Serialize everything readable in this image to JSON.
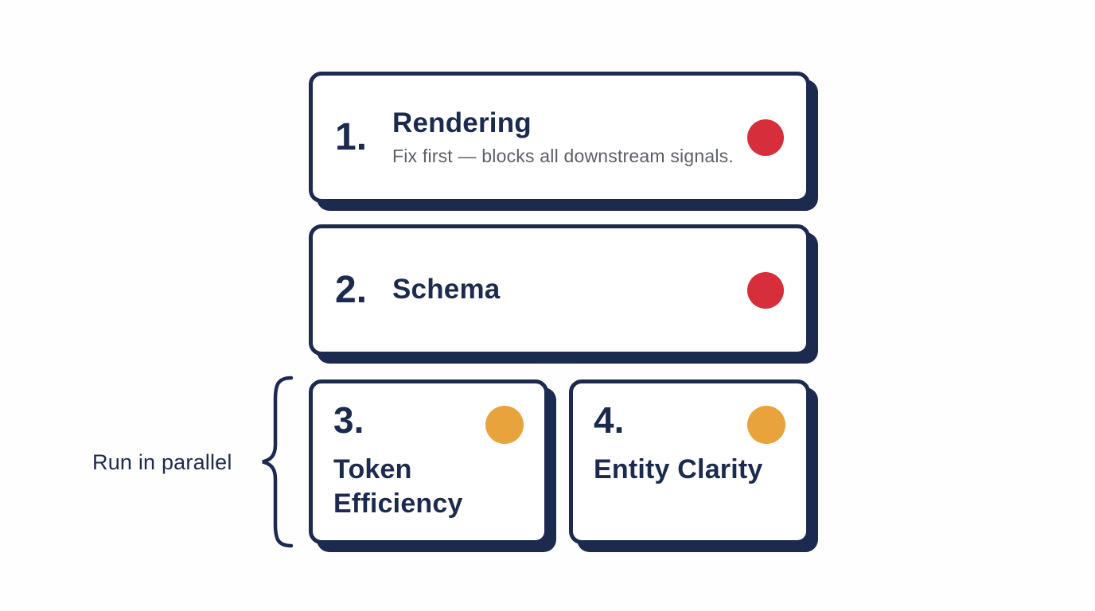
{
  "colors": {
    "navy": "#1b2a4e",
    "red": "#d62e3a",
    "orange": "#e8a33c",
    "gray": "#5b5f66",
    "card_bg": "#ffffff",
    "page_bg": "#fefefe"
  },
  "cards": [
    {
      "number": "1.",
      "title": "Rendering",
      "subtitle": "Fix first — blocks all downstream signals.",
      "status": "red"
    },
    {
      "number": "2.",
      "title": "Schema",
      "status": "red"
    },
    {
      "number": "3.",
      "title": "Token Efficiency",
      "status": "orange"
    },
    {
      "number": "4.",
      "title": "Entity Clarity",
      "status": "orange"
    }
  ],
  "annotation": {
    "label": "Run in parallel"
  }
}
